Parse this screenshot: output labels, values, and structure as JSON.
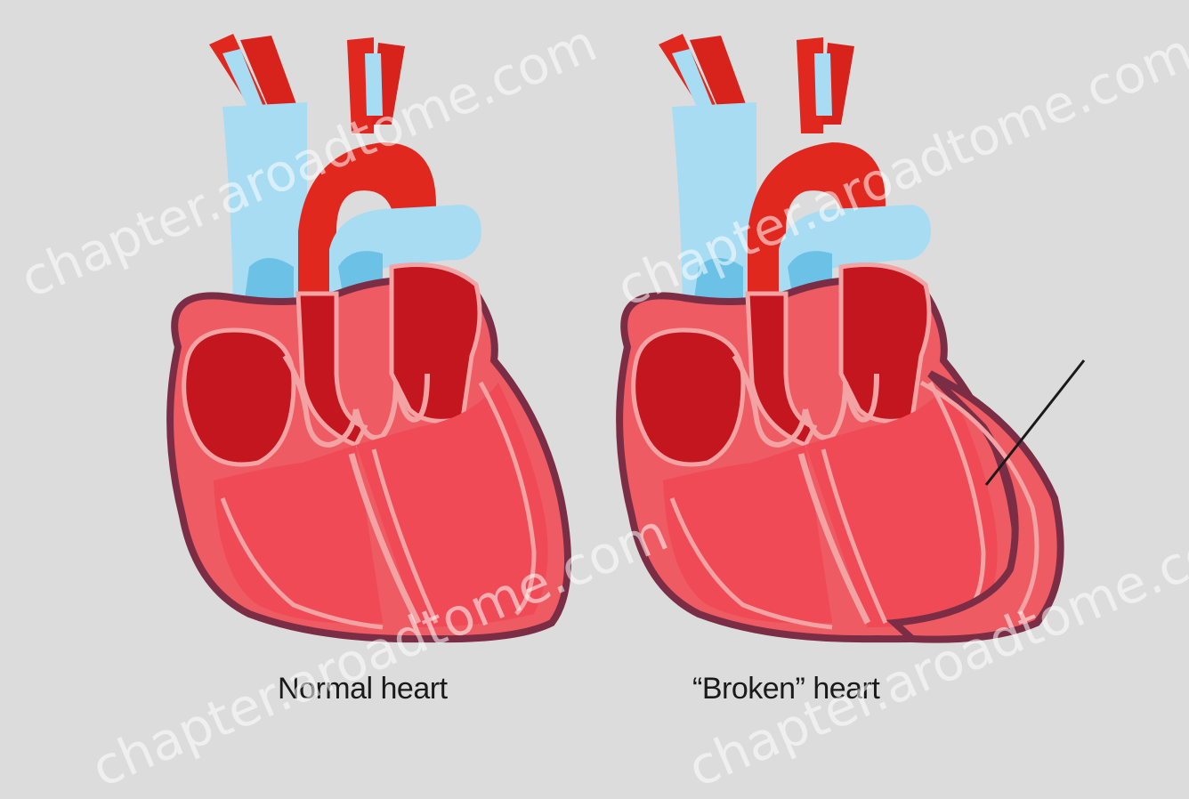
{
  "captions": {
    "left": "Normal heart",
    "right": "“Broken” heart"
  },
  "watermark": "chapter.aroadtome.com",
  "colors": {
    "background": "#dcdcdc",
    "muscle": "#ef5b63",
    "muscle_dark": "#c9303a",
    "outline": "#7b2d45",
    "chamber": "#c4161f",
    "artery": "#e0281f",
    "vein": "#a8dcf2",
    "vein_dark": "#6cc2e6",
    "line": "#f3a3a3"
  }
}
